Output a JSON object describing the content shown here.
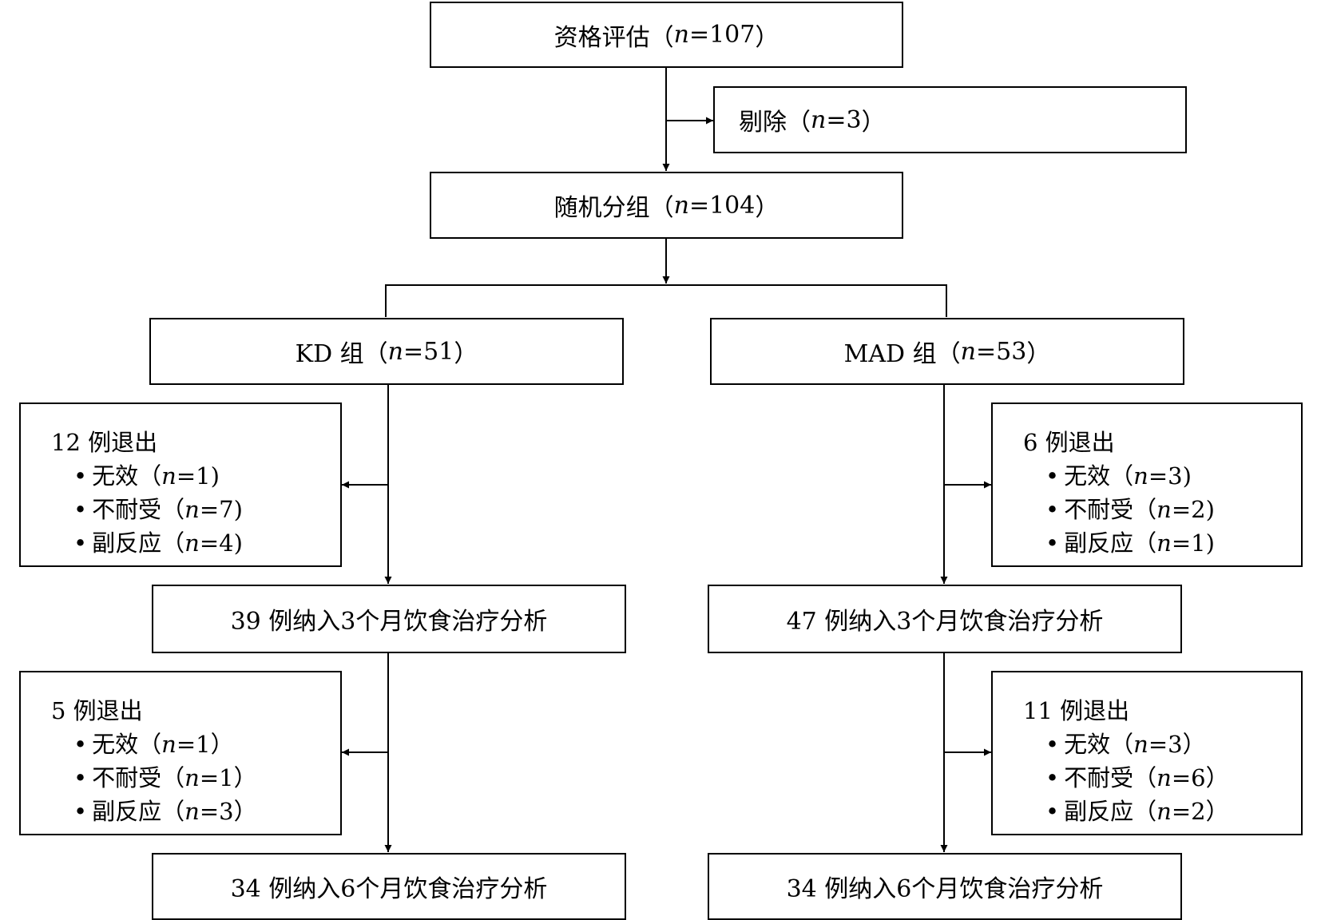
{
  "eligibility": {
    "label": "资格评估",
    "n": "107"
  },
  "excluded": {
    "label": "剔除",
    "n": "3"
  },
  "randomized": {
    "label": "随机分组",
    "n": "104"
  },
  "groups": {
    "kd": {
      "label": "KD 组",
      "n": "51"
    },
    "mad": {
      "label": "MAD 组",
      "n": "53"
    }
  },
  "withdrawals_3m": {
    "kd": {
      "title": "12 例退出",
      "items": [
        {
          "reason": "无效",
          "n": "1"
        },
        {
          "reason": "不耐受",
          "n": "7"
        },
        {
          "reason": "副反应",
          "n": "4"
        }
      ]
    },
    "mad": {
      "title": "6 例退出",
      "items": [
        {
          "reason": "无效",
          "n": "3"
        },
        {
          "reason": "不耐受",
          "n": "2"
        },
        {
          "reason": "副反应",
          "n": "1"
        }
      ]
    }
  },
  "analysis_3m": {
    "kd": "39 例纳入3个月饮食治疗分析",
    "mad": "47 例纳入3个月饮食治疗分析"
  },
  "withdrawals_6m": {
    "kd": {
      "title": "5 例退出",
      "items": [
        {
          "reason": "无效",
          "n": "1"
        },
        {
          "reason": "不耐受",
          "n": "1"
        },
        {
          "reason": "副反应",
          "n": "3"
        }
      ]
    },
    "mad": {
      "title": "11 例退出",
      "items": [
        {
          "reason": "无效",
          "n": "3"
        },
        {
          "reason": "不耐受",
          "n": "6"
        },
        {
          "reason": "副反应",
          "n": "2"
        }
      ]
    }
  },
  "analysis_6m": {
    "kd": "34 例纳入6个月饮食治疗分析",
    "mad": "34 例纳入6个月饮食治疗分析"
  }
}
